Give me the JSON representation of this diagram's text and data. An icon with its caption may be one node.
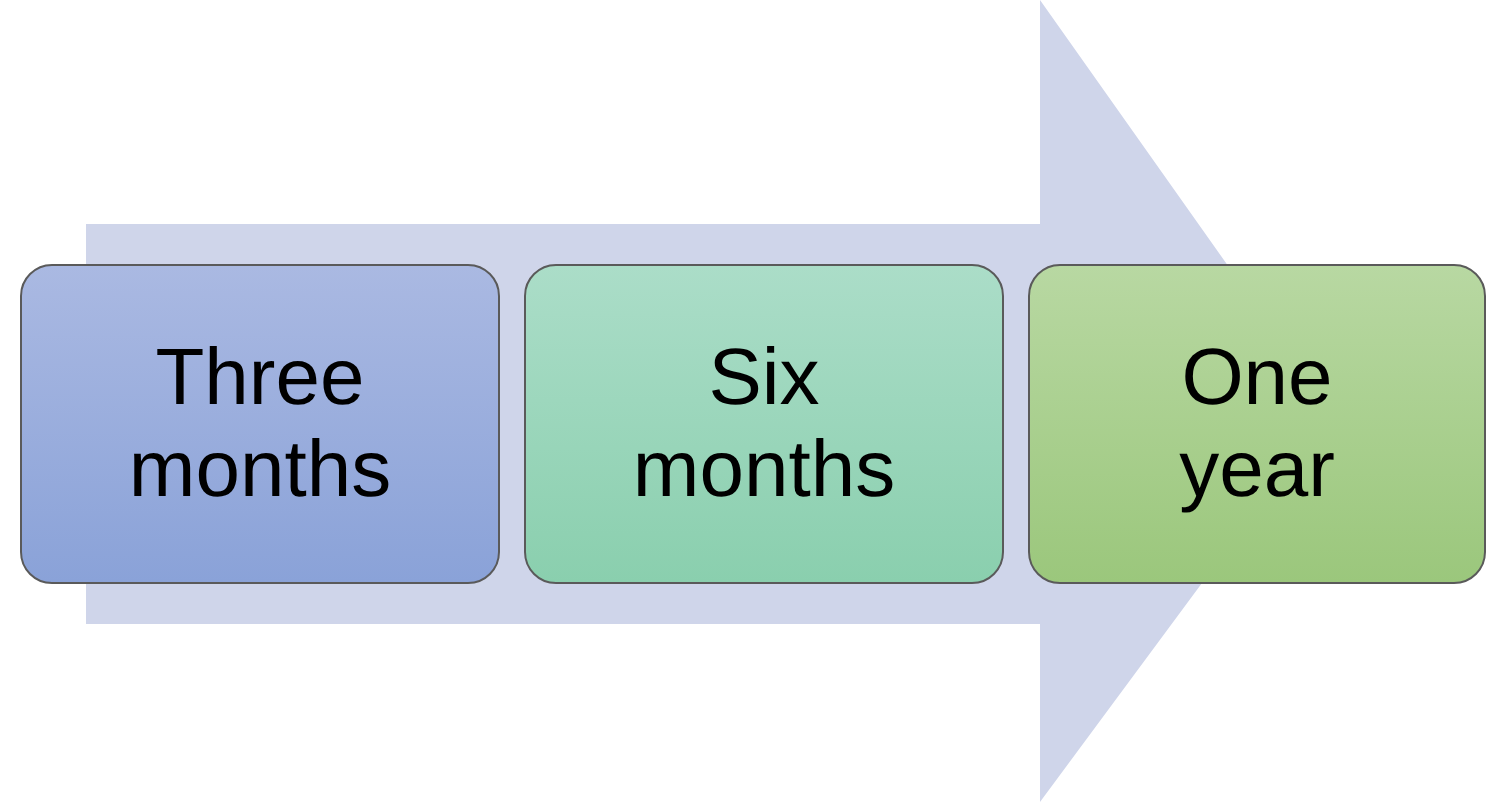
{
  "diagram": {
    "nodes": [
      {
        "text": [
          "Three months"
        ]
      },
      {
        "text": [
          "Six months"
        ]
      },
      {
        "text": [
          "One year"
        ]
      }
    ],
    "edges": [
      {
        "from": 0,
        "to": 2,
        "arrow": "to",
        "style": "thick"
      }
    ]
  }
}
